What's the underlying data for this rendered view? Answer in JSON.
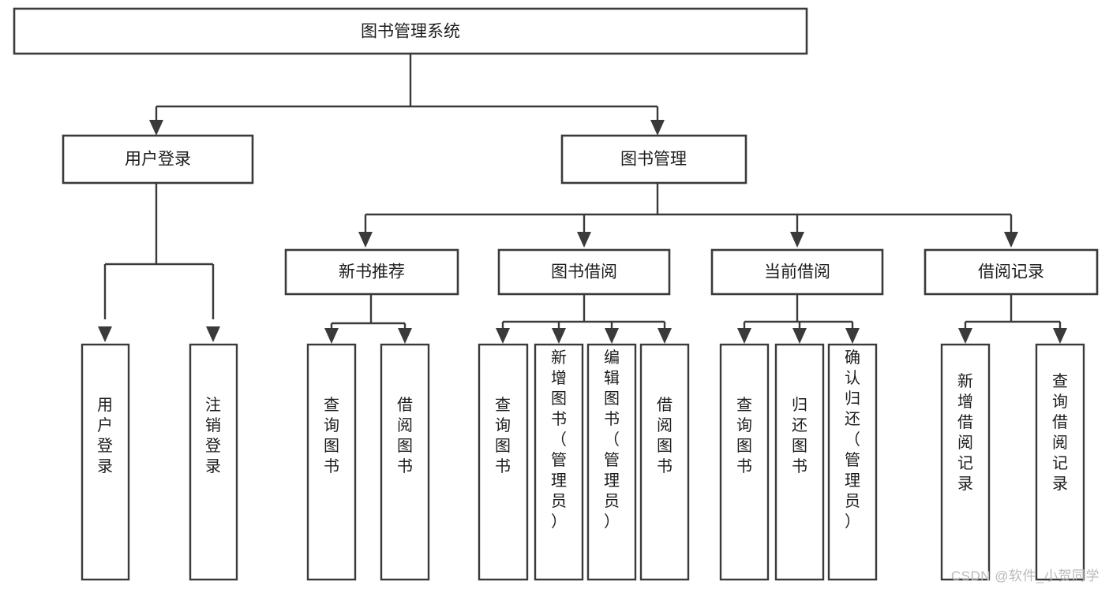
{
  "diagram": {
    "type": "tree",
    "title": "图书管理系统",
    "orientation": "top-down",
    "watermark": "CSDN @软件_小贺同学",
    "colors": {
      "background": "#ffffff",
      "box_fill": "#ffffff",
      "box_stroke": "#3a3a3a",
      "text": "#1c1c1c",
      "watermark": "#b9b9b9"
    },
    "root": {
      "id": "root",
      "label": "图书管理系统"
    },
    "level2": [
      {
        "id": "user-login",
        "label": "用户登录"
      },
      {
        "id": "book-manage",
        "label": "图书管理"
      }
    ],
    "level3": [
      {
        "id": "new-book-rec",
        "label": "新书推荐",
        "parent": "book-manage"
      },
      {
        "id": "book-borrow",
        "label": "图书借阅",
        "parent": "book-manage"
      },
      {
        "id": "current-borrow",
        "label": "当前借阅",
        "parent": "book-manage"
      },
      {
        "id": "borrow-record",
        "label": "借阅记录",
        "parent": "book-manage"
      }
    ],
    "leaves": {
      "user-login": [
        {
          "id": "leaf-user-login",
          "label": "用户登录"
        },
        {
          "id": "leaf-user-logout",
          "label": "注销登录"
        }
      ],
      "new-book-rec": [
        {
          "id": "leaf-query-book-1",
          "label": "查询图书"
        },
        {
          "id": "leaf-borrow-book-1",
          "label": "借阅图书"
        }
      ],
      "book-borrow": [
        {
          "id": "leaf-query-book-2",
          "label": "查询图书"
        },
        {
          "id": "leaf-add-book",
          "label": "新增图书（管理员）"
        },
        {
          "id": "leaf-edit-book",
          "label": "编辑图书（管理员）"
        },
        {
          "id": "leaf-borrow-book-2",
          "label": "借阅图书"
        }
      ],
      "current-borrow": [
        {
          "id": "leaf-query-book-3",
          "label": "查询图书"
        },
        {
          "id": "leaf-return-book",
          "label": "归还图书"
        },
        {
          "id": "leaf-confirm-return",
          "label": "确认归还（管理员）"
        }
      ],
      "borrow-record": [
        {
          "id": "leaf-add-record",
          "label": "新增借阅记录"
        },
        {
          "id": "leaf-query-record",
          "label": "查询借阅记录"
        }
      ]
    }
  }
}
